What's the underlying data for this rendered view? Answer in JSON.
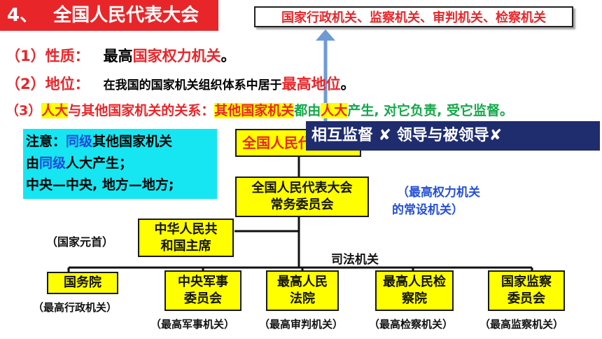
{
  "header": {
    "number": "4、",
    "title": "全国人民代表大会"
  },
  "top_box": "国家行政机关、监察机关、审判机关、检察机关",
  "line1": {
    "prefix": "（1）性质：",
    "text_a": "最高",
    "text_red": "国家权力机关",
    "text_b": "。"
  },
  "line2": {
    "prefix": "（2）地位：",
    "text_a": "在我国的国家机关组织体系中居于",
    "text_red": "最高地位",
    "text_b": "。"
  },
  "line3": {
    "prefix": "（3）",
    "hl_red": "人大",
    "mid": "与其他国家机关的关系：",
    "hl2_red": "其他国家机关",
    "green_a": "都由",
    "hl3_red": "人大",
    "green_b": "产生, 对它负责, 受它监督。"
  },
  "note": {
    "l1_a": "注意：",
    "l1_blue": "同级",
    "l1_b": "其他国家机关",
    "l2_a": "由",
    "l2_blue": "同级",
    "l2_b": "人大产生；",
    "l3": "中央—中央, 地方—地方;"
  },
  "dark_box": "相互监督 ✘   领导与被领导✘",
  "org": {
    "npc": "全国人民代表大会",
    "standing": "全国人民代表大会\n常务委员会",
    "standing_note_1": "（最高权力机关",
    "standing_note_2": "的常设机关）",
    "president": "中华人民共\n和国主席",
    "president_note": "（国家元首）",
    "judicial": "司法机关",
    "state_council": "国务院",
    "state_council_note": "（最高行政机关）",
    "military": "中央军事\n委员会",
    "military_note": "（最高军事机关）",
    "court": "最高人民\n法院",
    "court_note": "（最高审判机关）",
    "procuratorate": "最高人民检\n察院",
    "procuratorate_note": "（最高检察机关）",
    "supervision": "国家监察\n委员会",
    "supervision_note": "（最高监察机关）"
  }
}
